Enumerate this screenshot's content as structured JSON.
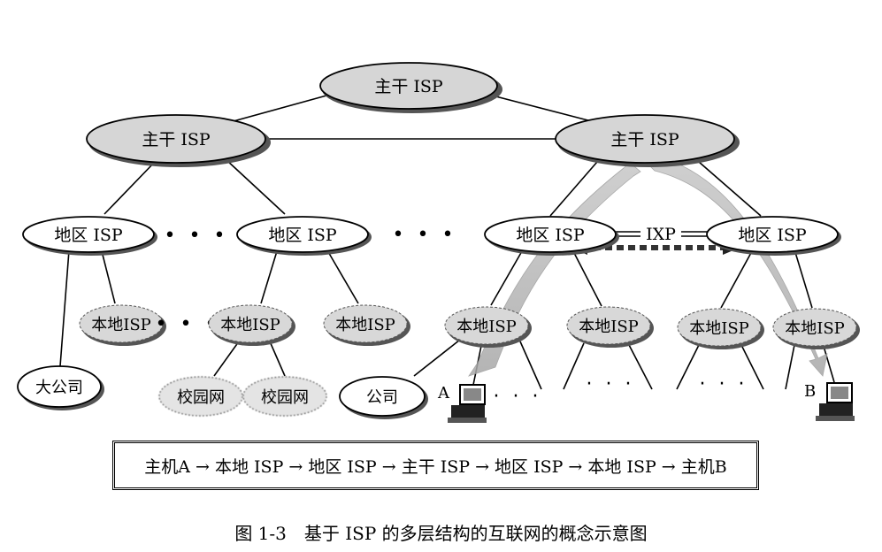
{
  "nodes": {
    "backbone_top": "主干 ISP",
    "backbone_left": "主干 ISP",
    "backbone_right": "主干 ISP",
    "regional_1": "地区 ISP",
    "regional_2": "地区 ISP",
    "regional_3": "地区 ISP",
    "regional_4": "地区 ISP",
    "ixp": "IXP",
    "local_1": "本地ISP",
    "local_2": "本地ISP",
    "local_3": "本地ISP",
    "local_4": "本地ISP",
    "local_5": "本地ISP",
    "local_6": "本地ISP",
    "local_7": "本地ISP",
    "big_company": "大公司",
    "campus_1": "校园网",
    "campus_2": "校园网",
    "company": "公司",
    "host_a": "A",
    "host_b": "B"
  },
  "ellipsis": {
    "regional_1": "• • •",
    "regional_2": "• • •",
    "local": "• • •",
    "host_1": "· · ·",
    "host_2": "· · ·",
    "host_3": "· · ·"
  },
  "path_text": "主机A → 本地 ISP → 地区 ISP → 主干 ISP → 地区 ISP → 本地 ISP → 主机B",
  "caption": "图 1-3　基于 ISP 的多层结构的互联网的概念示意图"
}
